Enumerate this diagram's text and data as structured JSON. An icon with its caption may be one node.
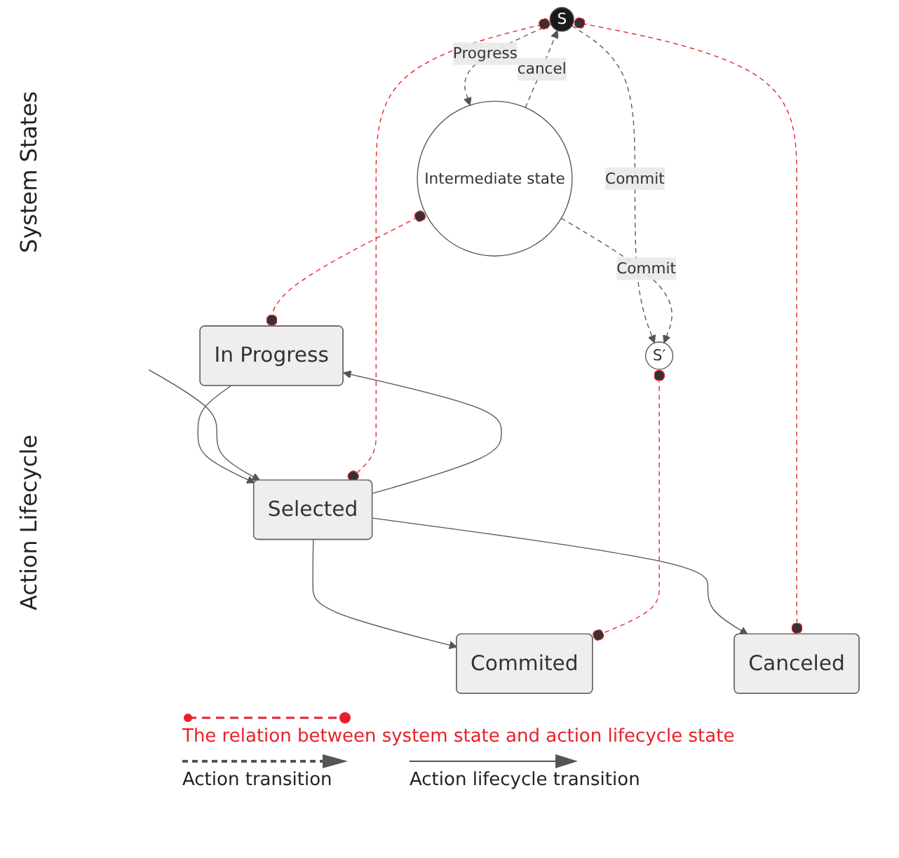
{
  "diagram": {
    "nodes": [
      {
        "text": [
          "S"
        ]
      },
      {
        "text": [
          "S′"
        ]
      },
      {
        "text": [
          "Intermediate state"
        ]
      },
      {
        "text": [
          "In Progress"
        ]
      },
      {
        "text": [
          "Selected"
        ]
      },
      {
        "text": [
          "Canceled"
        ]
      },
      {
        "text": [
          "Commited"
        ]
      }
    ],
    "edges": [
      {
        "from": 0,
        "to": 1,
        "label": "Commit",
        "arrow": "to",
        "style": "dashed"
      },
      {
        "from": 2,
        "to": 0,
        "label": "cancel",
        "arrow": "to",
        "style": "dashed"
      },
      {
        "from": 0,
        "to": 2,
        "label": "Progress",
        "arrow": "to",
        "style": "dashed"
      },
      {
        "from": 2,
        "to": 1,
        "label": "Commit",
        "arrow": "to",
        "style": "dashed"
      },
      {
        "from": 4,
        "to": 3,
        "arrow": "to"
      },
      {
        "from": 3,
        "to": 4,
        "arrow": "to"
      },
      {
        "from": null,
        "to": 4,
        "arrow": "to"
      },
      {
        "from": 4,
        "to": 5,
        "arrow": "to"
      },
      {
        "from": 4,
        "to": 6,
        "arrow": "to"
      },
      {
        "from": 0,
        "to": 5,
        "arrow": "other",
        "style": "dashed",
        "color": "#e8202a"
      },
      {
        "from": 0,
        "to": 4,
        "arrow": "other",
        "style": "dashed",
        "color": "#e8202a"
      },
      {
        "from": 2,
        "to": 3,
        "arrow": "other",
        "style": "dashed",
        "color": "#e8202a"
      },
      {
        "from": 1,
        "to": 6,
        "arrow": "other",
        "style": "dashed",
        "color": "#e8202a"
      }
    ],
    "labels": [
      "System States",
      "Action Lifecycle"
    ],
    "legend": [
      {
        "text": "The relation between system state and action lifecycle state"
      },
      {
        "text": "Action transition"
      },
      {
        "text": "Action lifecycle transition"
      }
    ]
  }
}
